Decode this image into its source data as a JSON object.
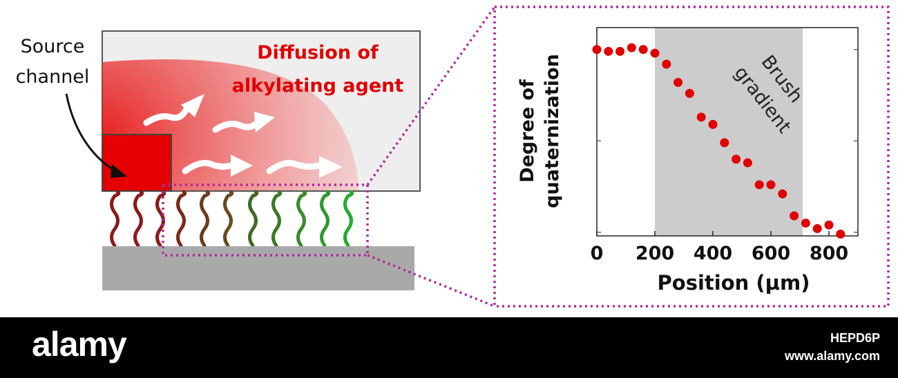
{
  "diagram": {
    "source_label_line1": "Source",
    "source_label_line2": "channel",
    "diffusion_line1": "Diffusion of",
    "diffusion_line2": "alkylating agent"
  },
  "chart_data": {
    "type": "scatter",
    "xlabel": "Position (µm)",
    "ylabel_line1": "Degree of",
    "ylabel_line2": "quaternization",
    "annotation_line1": "Brush",
    "annotation_line2": "gradient",
    "xlim": [
      0,
      900
    ],
    "ylim": [
      0,
      1
    ],
    "xticks": [
      "0",
      "200",
      "400",
      "600",
      "800"
    ],
    "shaded_region": [
      200,
      710
    ],
    "x": [
      0,
      40,
      80,
      120,
      160,
      200,
      240,
      280,
      320,
      360,
      400,
      440,
      480,
      520,
      560,
      600,
      640,
      680,
      720,
      760,
      800,
      840
    ],
    "y": [
      1.0,
      0.99,
      0.99,
      1.01,
      1.0,
      0.98,
      0.92,
      0.82,
      0.76,
      0.63,
      0.59,
      0.49,
      0.4,
      0.38,
      0.26,
      0.26,
      0.21,
      0.09,
      0.05,
      0.02,
      0.04,
      -0.01
    ],
    "point_color": "#e00000",
    "shade_color": "#cccccc"
  },
  "watermark": {
    "logo": "alamy",
    "image_id": "HEPD6P",
    "site": "www.alamy.com"
  },
  "colors": {
    "magenta_dotted": "#b0279c",
    "red_label": "#e00000",
    "source_box": "#e40000"
  }
}
